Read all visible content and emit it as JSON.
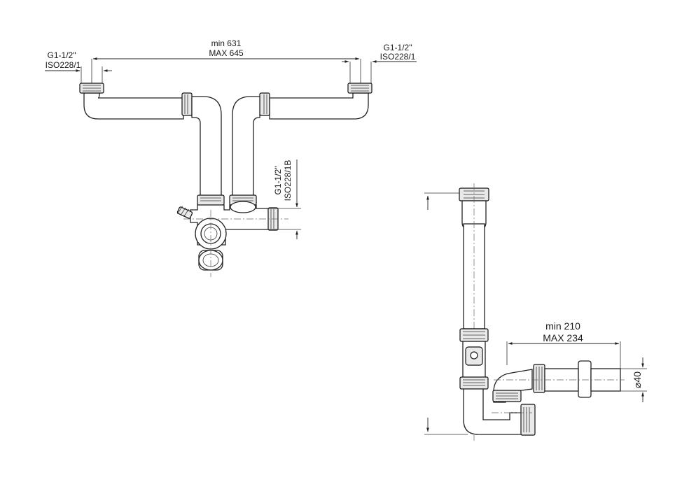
{
  "front_view": {
    "width_dim_min": "min 631",
    "width_dim_max": "MAX 645",
    "left_inlet_thread": "G1-1/2\"",
    "left_inlet_standard": "ISO228/1",
    "right_inlet_thread": "G1-1/2\"",
    "right_inlet_standard": "ISO228/1",
    "side_outlet_thread": "G1-1/2\"",
    "side_outlet_standard": "ISO228/1B"
  },
  "side_view": {
    "outlet_dim_min": "min 210",
    "outlet_dim_max": "MAX 234",
    "outlet_diameter": "⌀40"
  }
}
